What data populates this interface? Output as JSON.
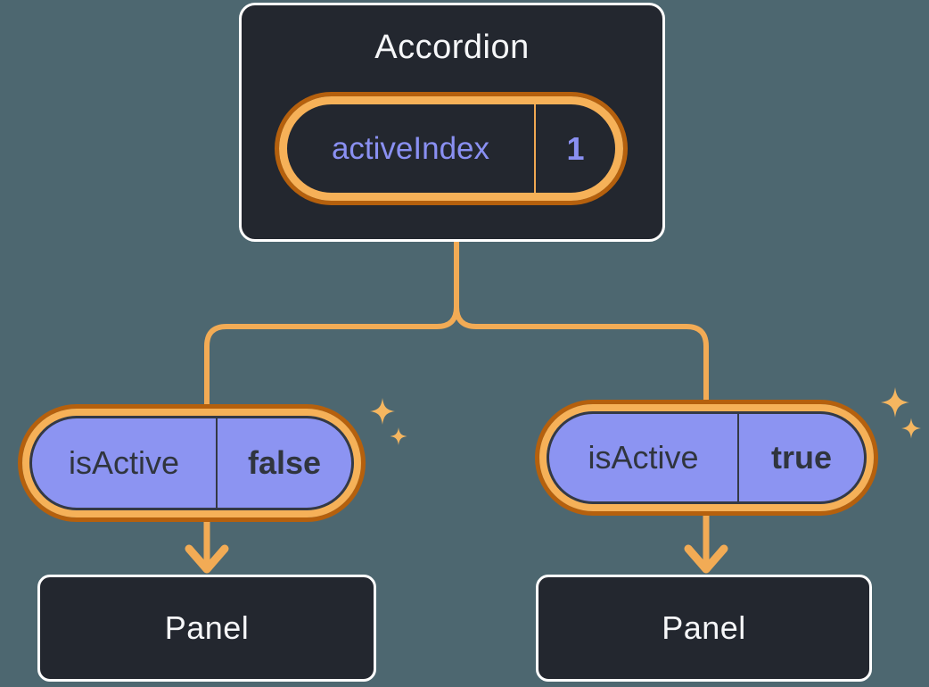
{
  "colors": {
    "background": "#4D6770",
    "card_bg": "#23272F",
    "card_border": "#FFFFFF",
    "text_light": "#F6F7F9",
    "text_dark": "#30353E",
    "purple_text": "#8A90F2",
    "purple_fill": "#8C94F2",
    "ring_dark_orange": "#B5600D",
    "ring_light_orange": "#F6B158",
    "connector_orange": "#F2AB55",
    "sparkle_orange": "#F5B660",
    "pill_divider_orange": "#F0A852",
    "pill_divider_dark": "#343945"
  },
  "diagram": {
    "root": {
      "title": "Accordion",
      "state_pill": {
        "label": "activeIndex",
        "value": "1"
      }
    },
    "branches": [
      {
        "prop_pill": {
          "label": "isActive",
          "value": "false"
        },
        "child": {
          "title": "Panel"
        }
      },
      {
        "prop_pill": {
          "label": "isActive",
          "value": "true"
        },
        "child": {
          "title": "Panel"
        }
      }
    ]
  }
}
